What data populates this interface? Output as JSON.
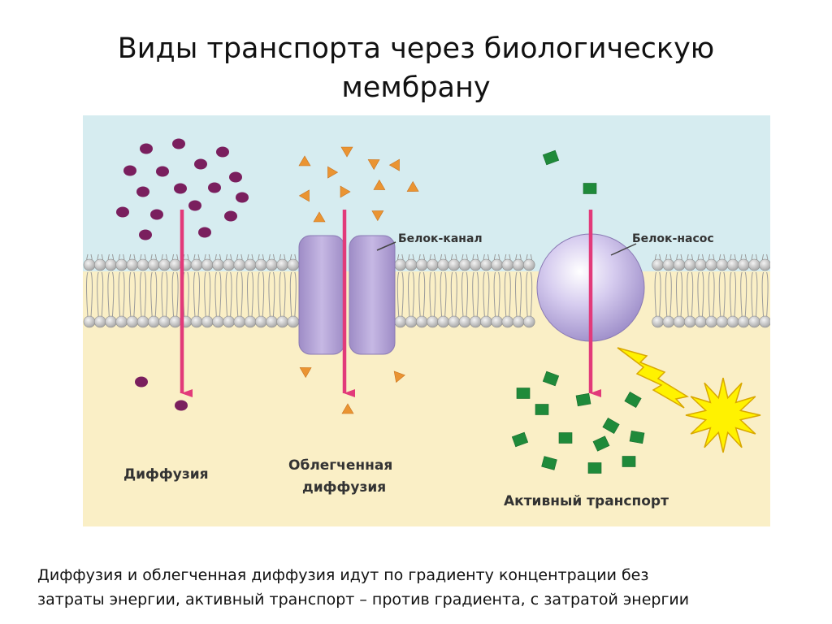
{
  "title": {
    "line1": "Виды  транспорта через биологическую",
    "line2": "мембрану"
  },
  "diagram": {
    "labels": {
      "channel": "Белок-канал",
      "pump": "Белок-насос",
      "diffusion": "Диффузия",
      "facilitated_line1": "Облегченная",
      "facilitated_line2": "диффузия",
      "active": "Активный транспорт"
    },
    "colors": {
      "outside": "#d6ecf0",
      "inside": "#faefc6",
      "arrow": "#e23a7a",
      "diffusion_particle": "#7a1f5e",
      "facilitated_particle": "#ea9432",
      "active_particle": "#1f8a3a",
      "channel_protein": "#b4a4d6",
      "pump_protein": "#c3b9e6",
      "energy": "#fff200"
    }
  },
  "caption": {
    "line1": "Диффузия и облегченная диффузия идут по градиенту концентрации без",
    "line2": "затраты энергии, активный транспорт – против градиента, с затратой энергии"
  }
}
